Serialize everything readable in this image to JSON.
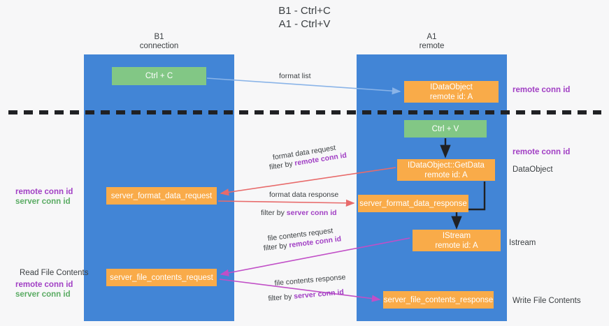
{
  "title": {
    "line1": "B1 - Ctrl+C",
    "line2": "A1 - Ctrl+V"
  },
  "columns": {
    "left": {
      "name": "B1",
      "role": "connection"
    },
    "right": {
      "name": "A1",
      "role": "remote"
    }
  },
  "colors": {
    "lane": "#4285d6",
    "green_box": "#82c785",
    "orange_box": "#f9ab49",
    "purple_text": "#a13fc4",
    "green_text": "#5aab63",
    "blue_arrow": "#8ab4e8",
    "red_arrow": "#e86b6b",
    "magenta_arrow": "#c14fc7",
    "black_arrow": "#202124",
    "divider": "#202124",
    "background": "#f7f7f8"
  },
  "boxes": {
    "ctrl_c": "Ctrl + C",
    "idataobject": {
      "line1": "IDataObject",
      "line2": "remote id: A"
    },
    "ctrl_v": "Ctrl + V",
    "getdata": {
      "line1": "IDataObject::GetData",
      "line2": "remote id: A"
    },
    "server_format_data_request": "server_format_data_request",
    "server_format_data_response": "server_format_data_response",
    "istream": {
      "line1": "IStream",
      "line2": "remote id: A"
    },
    "server_file_contents_request": "server_file_contents_request",
    "server_file_contents_response": "server_file_contents_response"
  },
  "side_labels": {
    "remote_conn_id_top": "remote conn id",
    "remote_conn_id_mid": "remote conn id",
    "dataobject": "DataObject",
    "istream": "Istream",
    "write_file_contents": "Write File Contents",
    "read_file_contents": "Read File Contents",
    "left_remote_conn_id": "remote conn id",
    "left_server_conn_id": "server conn id"
  },
  "edge_labels": {
    "format_list": "format list",
    "format_data_request": "format data request",
    "format_data_request_filter_prefix": "filter by ",
    "format_data_request_filter_key": "remote conn id",
    "format_data_response": "format data response",
    "format_data_response_filter_prefix": "filter by ",
    "format_data_response_filter_key": "server conn id",
    "file_contents_request": "file contents request",
    "file_contents_request_filter_prefix": "filter by ",
    "file_contents_request_filter_key": "remote conn id",
    "file_contents_response": "file contents response",
    "file_contents_response_filter_prefix": "filter by ",
    "file_contents_response_filter_key": "server conn id"
  }
}
